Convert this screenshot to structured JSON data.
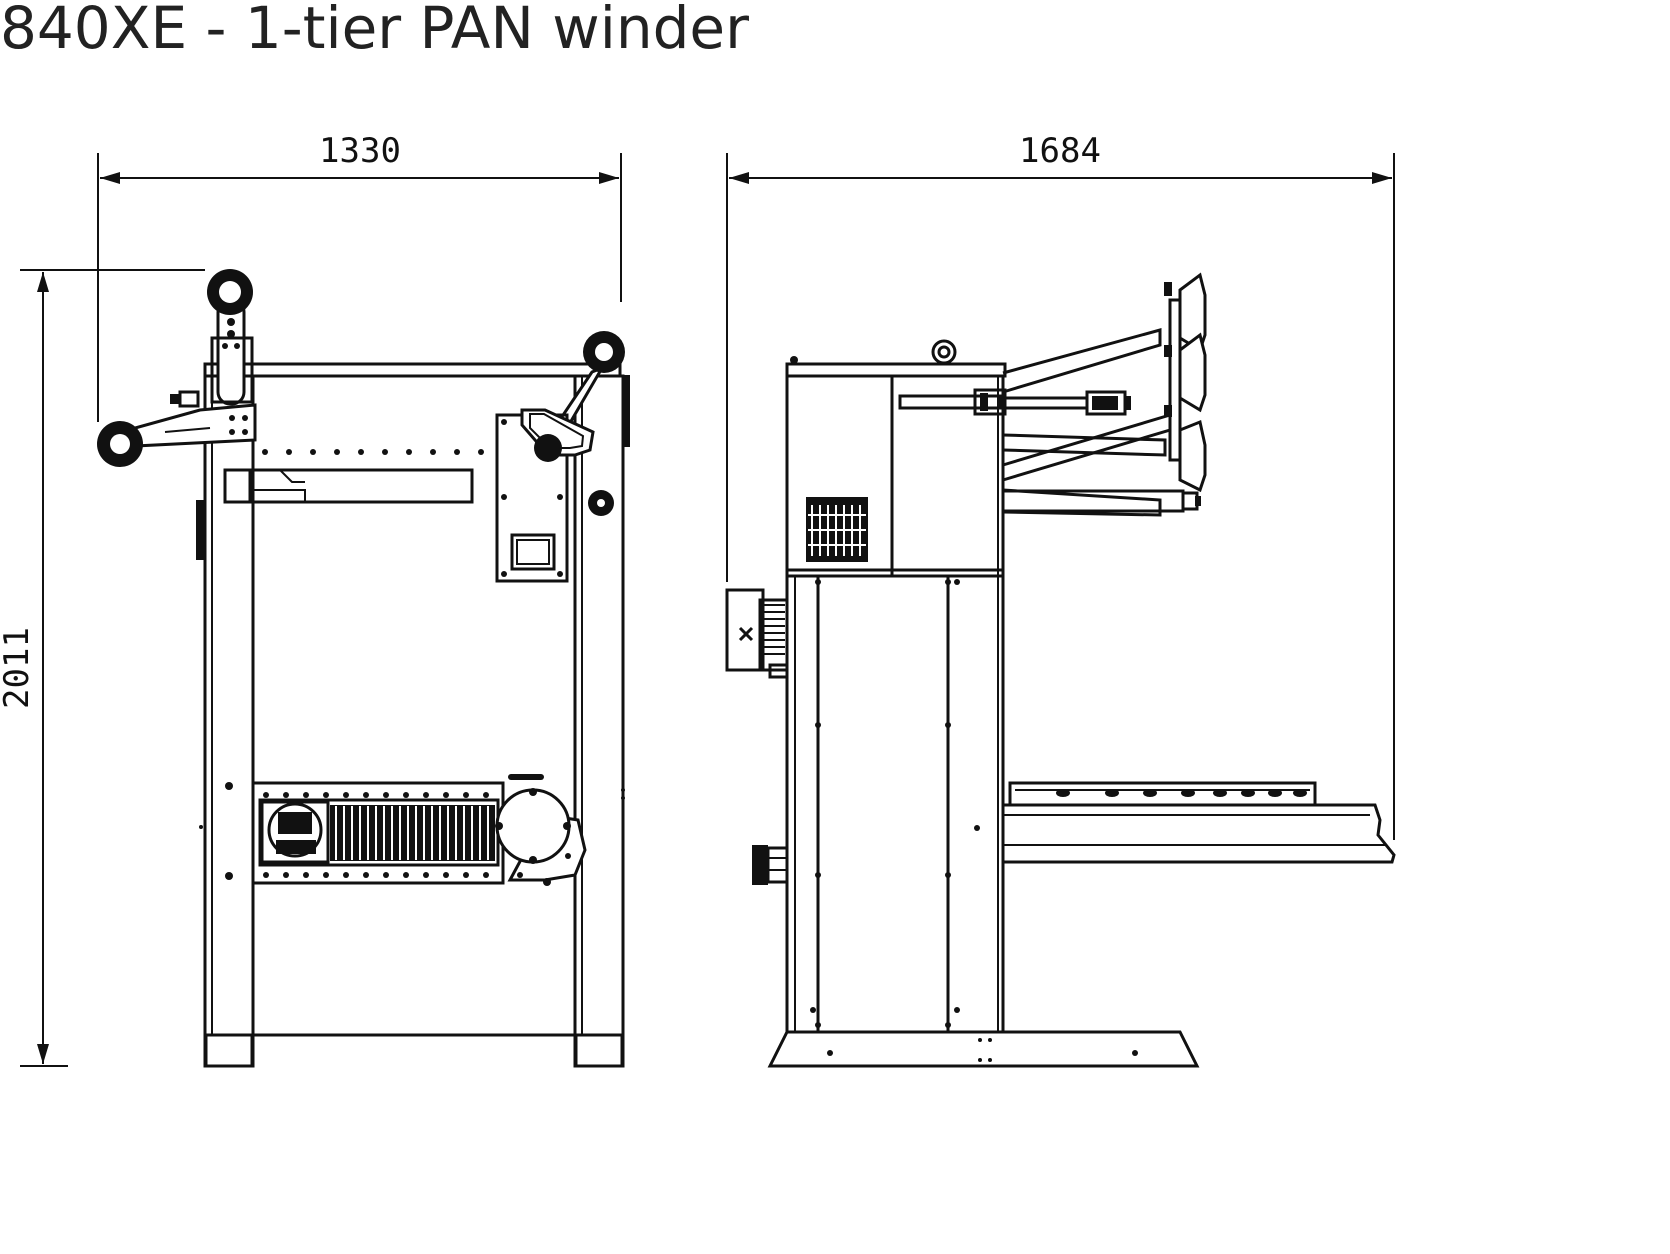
{
  "title": "840XE - 1-tier PAN winder",
  "dimensions": {
    "front_width": "1330",
    "side_depth": "1684",
    "height": "2011"
  },
  "colors": {
    "line": "#111111",
    "background": "#ffffff",
    "title": "#222222"
  }
}
